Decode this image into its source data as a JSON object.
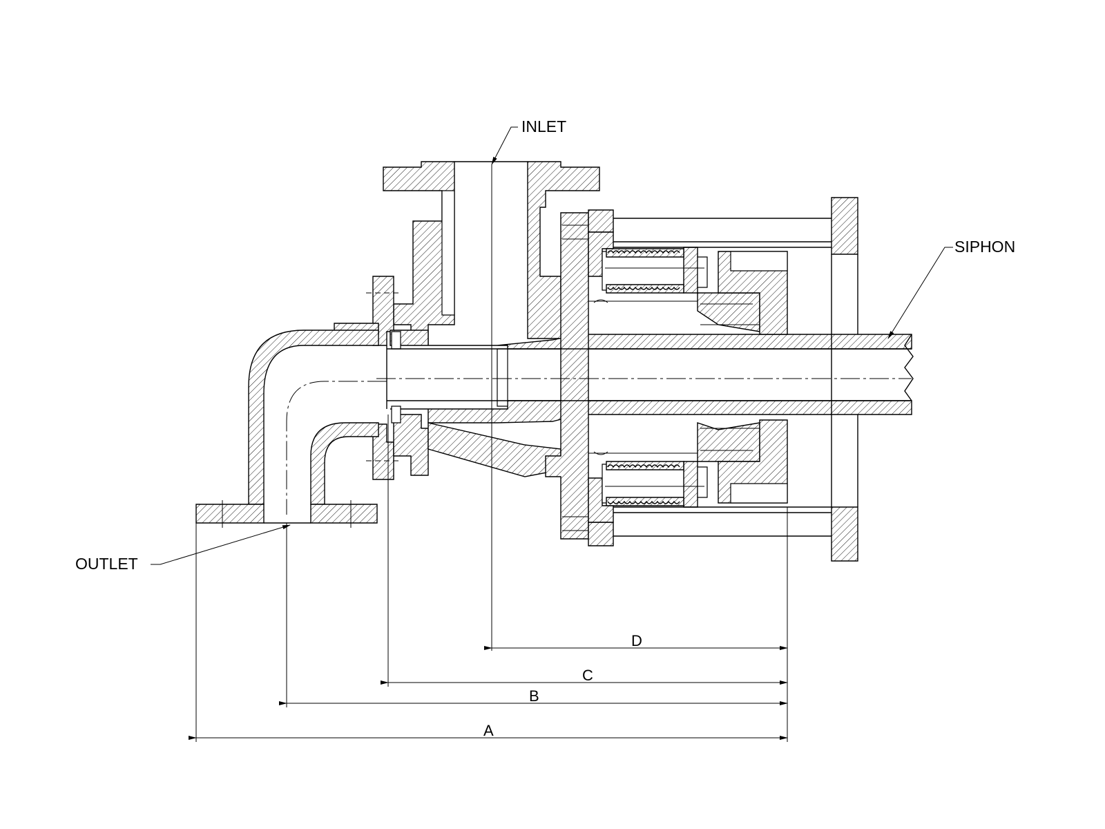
{
  "labels": {
    "inlet": "INLET",
    "outlet": "OUTLET",
    "siphon": "SIPHON"
  },
  "dimensions": {
    "a": "A",
    "b": "B",
    "c": "C",
    "d": "D"
  }
}
